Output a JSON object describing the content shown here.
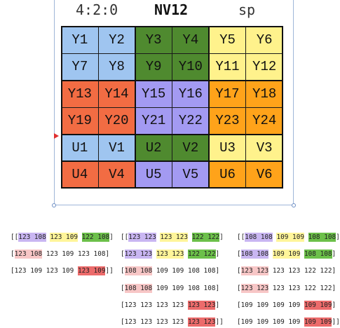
{
  "header": {
    "subsampling": "4:2:0",
    "format": "NV12",
    "layout": "sp"
  },
  "colors": {
    "blue": "#9fc5f0",
    "green": "#4f8a2f",
    "yellow": "#fff28c",
    "red": "#f26c43",
    "purple": "#a39af2",
    "orange": "#ffa31a"
  },
  "grid": {
    "rows": [
      [
        {
          "label": "Y1",
          "color": "blue"
        },
        {
          "label": "Y2",
          "color": "blue"
        },
        {
          "label": "Y3",
          "color": "green"
        },
        {
          "label": "Y4",
          "color": "green"
        },
        {
          "label": "Y5",
          "color": "yellow"
        },
        {
          "label": "Y6",
          "color": "yellow"
        }
      ],
      [
        {
          "label": "Y7",
          "color": "blue"
        },
        {
          "label": "Y8",
          "color": "blue"
        },
        {
          "label": "Y9",
          "color": "green"
        },
        {
          "label": "Y10",
          "color": "green"
        },
        {
          "label": "Y11",
          "color": "yellow"
        },
        {
          "label": "Y12",
          "color": "yellow"
        }
      ],
      [
        {
          "label": "Y13",
          "color": "red"
        },
        {
          "label": "Y14",
          "color": "red"
        },
        {
          "label": "Y15",
          "color": "purple"
        },
        {
          "label": "Y16",
          "color": "purple"
        },
        {
          "label": "Y17",
          "color": "orange"
        },
        {
          "label": "Y18",
          "color": "orange"
        }
      ],
      [
        {
          "label": "Y19",
          "color": "red"
        },
        {
          "label": "Y20",
          "color": "red"
        },
        {
          "label": "Y21",
          "color": "purple"
        },
        {
          "label": "Y22",
          "color": "purple"
        },
        {
          "label": "Y23",
          "color": "orange"
        },
        {
          "label": "Y24",
          "color": "orange"
        }
      ],
      [
        {
          "label": "U1",
          "color": "blue"
        },
        {
          "label": "V1",
          "color": "blue"
        },
        {
          "label": "U2",
          "color": "green"
        },
        {
          "label": "V2",
          "color": "green"
        },
        {
          "label": "U3",
          "color": "yellow"
        },
        {
          "label": "V3",
          "color": "yellow"
        }
      ],
      [
        {
          "label": "U4",
          "color": "red"
        },
        {
          "label": "V4",
          "color": "red"
        },
        {
          "label": "U5",
          "color": "purple"
        },
        {
          "label": "V5",
          "color": "purple"
        },
        {
          "label": "U6",
          "color": "orange"
        },
        {
          "label": "V6",
          "color": "orange"
        }
      ]
    ]
  },
  "arrays": [
    {
      "lines": [
        [
          {
            "t": "[["
          },
          {
            "t": "123 108",
            "c": "#c9b6f2"
          },
          {
            "t": " "
          },
          {
            "t": "123 109",
            "c": "#fff59a"
          },
          {
            "t": " "
          },
          {
            "t": "122 108",
            "c": "#6cc04a"
          },
          {
            "t": "]"
          }
        ],
        [
          {
            "t": "["
          },
          {
            "t": "123 108",
            "c": "#f7c6c6"
          },
          {
            "t": " 123 109 123 108]"
          }
        ],
        [
          {
            "t": "[123 109 123 109 "
          },
          {
            "t": "123 109",
            "c": "#ec6b6b"
          },
          {
            "t": "]]"
          }
        ]
      ]
    },
    {
      "lines": [
        [
          {
            "t": "[["
          },
          {
            "t": "123 123",
            "c": "#c9b6f2"
          },
          {
            "t": " "
          },
          {
            "t": "123 123",
            "c": "#fff59a"
          },
          {
            "t": " "
          },
          {
            "t": "122 122",
            "c": "#6cc04a"
          },
          {
            "t": "]"
          }
        ],
        [
          {
            "t": " ["
          },
          {
            "t": "123 123",
            "c": "#c9b6f2"
          },
          {
            "t": " "
          },
          {
            "t": "123 123",
            "c": "#fff59a"
          },
          {
            "t": " "
          },
          {
            "t": "122 122",
            "c": "#6cc04a"
          },
          {
            "t": "]"
          }
        ],
        [
          {
            "t": " ["
          },
          {
            "t": "108 108",
            "c": "#f7c6c6"
          },
          {
            "t": " 109 109 108 108]"
          }
        ],
        [
          {
            "t": " ["
          },
          {
            "t": "108 108",
            "c": "#f7c6c6"
          },
          {
            "t": " 109 109 108 108]"
          }
        ],
        [
          {
            "t": " [123 123 123 123 "
          },
          {
            "t": "123 123",
            "c": "#ec6b6b"
          },
          {
            "t": "]"
          }
        ],
        [
          {
            "t": " [123 123 123 123 "
          },
          {
            "t": "123 123",
            "c": "#ec6b6b"
          },
          {
            "t": "]]"
          }
        ]
      ]
    },
    {
      "lines": [
        [
          {
            "t": "[["
          },
          {
            "t": "108 108",
            "c": "#c9b6f2"
          },
          {
            "t": " "
          },
          {
            "t": "109 109",
            "c": "#fff59a"
          },
          {
            "t": " "
          },
          {
            "t": "108 108",
            "c": "#6cc04a"
          },
          {
            "t": "]"
          }
        ],
        [
          {
            "t": " ["
          },
          {
            "t": "108 108",
            "c": "#c9b6f2"
          },
          {
            "t": " "
          },
          {
            "t": "109 109",
            "c": "#fff59a"
          },
          {
            "t": " "
          },
          {
            "t": "108 108",
            "c": "#6cc04a"
          },
          {
            "t": "]"
          }
        ],
        [
          {
            "t": " ["
          },
          {
            "t": "123 123",
            "c": "#f7c6c6"
          },
          {
            "t": " 123 123 122 122]"
          }
        ],
        [
          {
            "t": " ["
          },
          {
            "t": "123 123",
            "c": "#f7c6c6"
          },
          {
            "t": " 123 123 122 122]"
          }
        ],
        [
          {
            "t": " [109 109 109 109 "
          },
          {
            "t": "109 109",
            "c": "#ec6b6b"
          },
          {
            "t": "]"
          }
        ],
        [
          {
            "t": " [109 109 109 109 "
          },
          {
            "t": "109 109",
            "c": "#ec6b6b"
          },
          {
            "t": "]]"
          }
        ]
      ]
    }
  ]
}
